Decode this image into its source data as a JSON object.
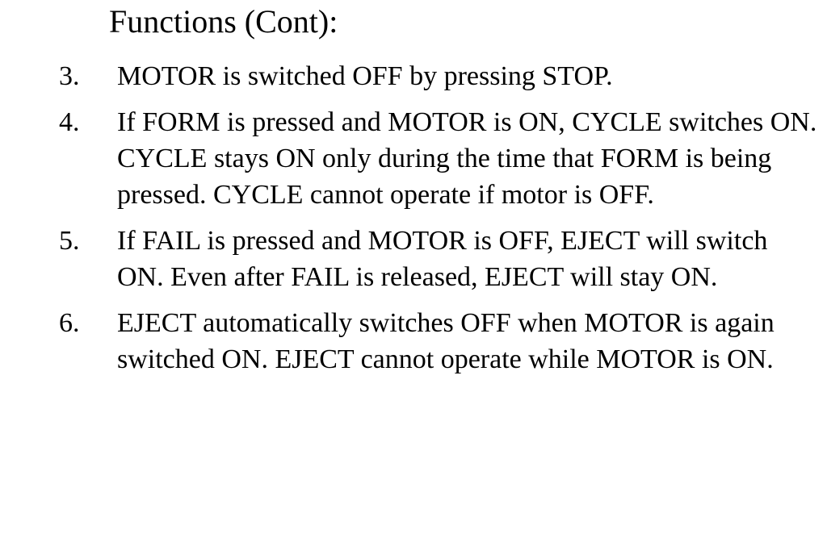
{
  "title": "Functions (Cont):",
  "items": [
    {
      "number": "3.",
      "text": "MOTOR is switched OFF by pressing STOP."
    },
    {
      "number": "4.",
      "text": "If FORM is pressed and MOTOR is ON, CYCLE switches ON. CYCLE stays ON only during the time that FORM is being pressed. CYCLE cannot operate if motor is OFF."
    },
    {
      "number": "5.",
      "text": "If FAIL is pressed and MOTOR is OFF, EJECT will switch ON. Even after FAIL is released, EJECT will stay ON."
    },
    {
      "number": "6.",
      "text": "EJECT automatically switches OFF when MOTOR is again switched ON. EJECT cannot operate while MOTOR is ON."
    }
  ]
}
